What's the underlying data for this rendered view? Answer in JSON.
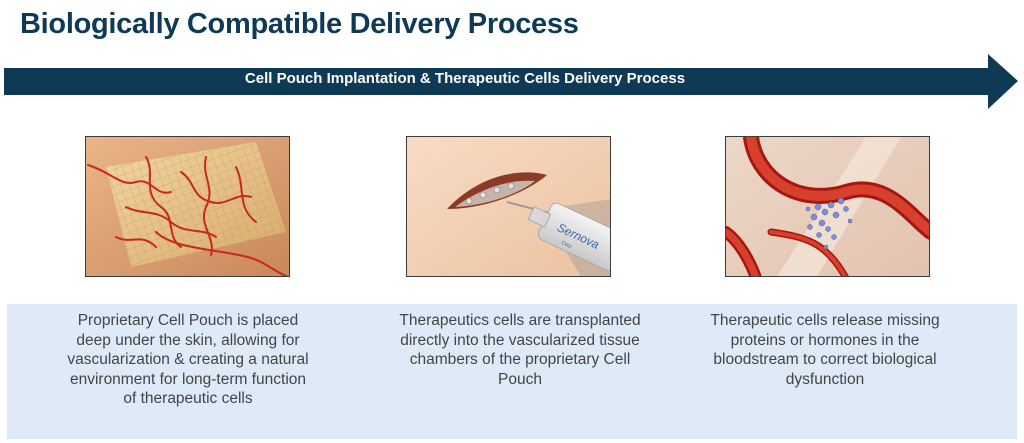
{
  "title": "Biologically Compatible Delivery Process",
  "process_arrow": {
    "label": "Cell Pouch Implantation & Therapeutic Cells Delivery Process",
    "color": "#0e3a56"
  },
  "steps": [
    {
      "caption": "Proprietary Cell Pouch is placed deep under the skin, allowing for vascularization & creating a natural environment for long-term function of therapeutic cells"
    },
    {
      "caption": "Therapeutics cells are transplanted directly into the vascularized tissue chambers of the proprietary Cell Pouch",
      "device_brand": "Sernova",
      "device_subtext": "Corp"
    },
    {
      "caption": "Therapeutic cells release missing proteins or hormones in the bloodstream to correct biological dysfunction"
    }
  ],
  "colors": {
    "title": "#0e3a56",
    "caption_band": "#deeaf8",
    "caption_text": "#444444",
    "vessel": "#c8281e"
  }
}
